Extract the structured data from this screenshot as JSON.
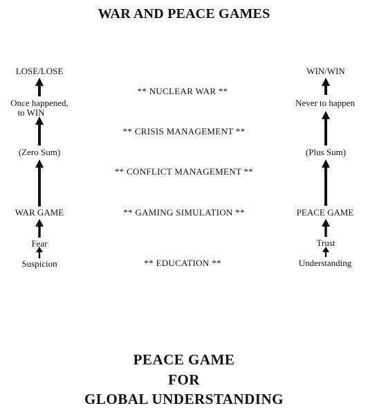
{
  "title": "WAR AND PEACE GAMES",
  "left_column": {
    "lose_lose": "LOSE/LOSE",
    "once_happened_line1": "Once happened,",
    "once_happened_line2": "to WIN",
    "zero_sum": "(Zero Sum)",
    "war_game": "WAR GAME",
    "fear": "Fear",
    "suspicion": "Suspicion"
  },
  "middle_column": {
    "nuclear_war": "** NUCLEAR WAR **",
    "crisis_management": "** CRISIS MANAGEMENT **",
    "conflict_management": "** CONFLICT MANAGEMENT **",
    "gaming_simulation": "** GAMING SIMULATION **",
    "education": "** EDUCATION **"
  },
  "right_column": {
    "win_win": "WIN/WIN",
    "never_to_happen": "Never to happen",
    "plus_sum": "(Plus Sum)",
    "peace_game": "PEACE GAME",
    "trust": "Trust",
    "understanding": "Understanding"
  },
  "footer": {
    "line1": "PEACE GAME",
    "line2": "FOR",
    "line3": "GLOBAL UNDERSTANDING"
  }
}
